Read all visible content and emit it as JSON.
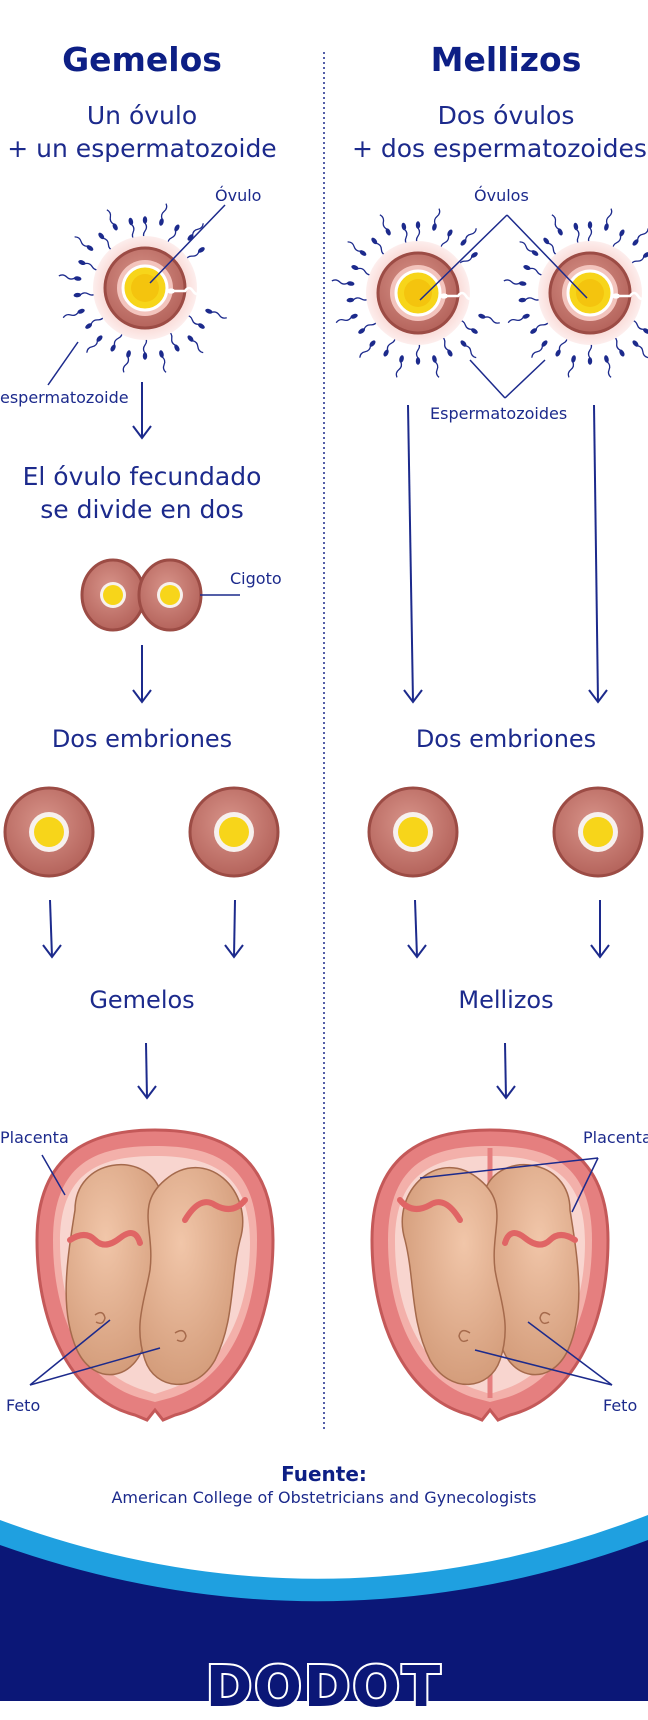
{
  "left": {
    "title": "Gemelos",
    "subtitle_line1": "Un óvulo",
    "subtitle_line2": "+ un espermatozoide",
    "label_ovum": "Óvulo",
    "label_sperm": "espermatozoide",
    "step_line1": "El óvulo fecundado",
    "step_line2": "se divide en dos",
    "label_zygote": "Cigoto",
    "embryos_title": "Dos embriones",
    "result_title": "Gemelos",
    "label_placenta": "Placenta",
    "label_fetus": "Feto"
  },
  "right": {
    "title": "Mellizos",
    "subtitle_line1": "Dos óvulos",
    "subtitle_line2": "+ dos espermatozoides",
    "label_ovules": "Óvulos",
    "label_sperms": "Espermatozoides",
    "embryos_title": "Dos embriones",
    "result_title": "Mellizos",
    "label_placenta": "Placenta",
    "label_fetus": "Feto"
  },
  "source": {
    "title": "Fuente:",
    "text": "American College of Obstetricians and Gynecologists"
  },
  "brand": {
    "logo_text": "DODOT"
  },
  "colors": {
    "navy": "#0d1f85",
    "line": "#1c2a8c",
    "cell": "#b8685f",
    "yolk": "#f7d51a",
    "skin": "#e0a98a",
    "uterus": "#e07a7a",
    "wave_light": "#1fa0e0"
  }
}
